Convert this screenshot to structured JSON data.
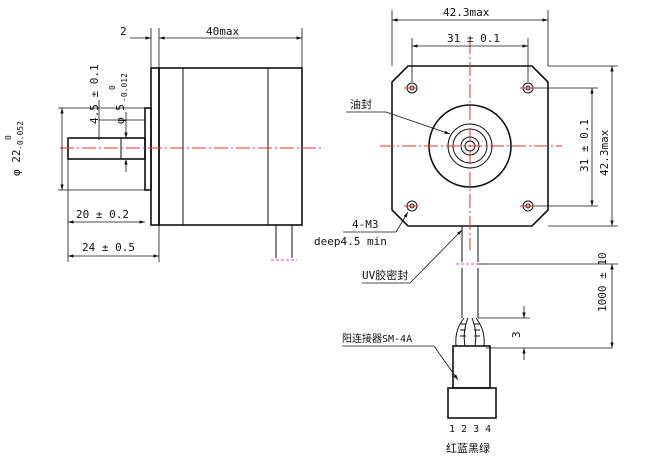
{
  "labels": {
    "dim_flange": "2",
    "dim_body_length": "40max",
    "dim_width": "42.3max",
    "dim_hole_spacing_top": "31 ± 0.1",
    "dim_hole_spacing_right": "31 ± 0.1",
    "dim_height": "42.3max",
    "dim_boss_height": "4.5 ± 0.1",
    "dim_shaft_dia_main": "φ 5",
    "dim_shaft_dia_tol_top": "0",
    "dim_shaft_dia_tol_bottom": "-0.012",
    "dim_boss_dia_main": "φ 22",
    "dim_boss_dia_tol_top": "0",
    "dim_boss_dia_tol_bottom": "-0.052",
    "dim_shaft_flat": "20 ± 0.2",
    "dim_shaft_length": "24 ± 0.5",
    "oil_seal": "油封",
    "mount_holes": "4-M3",
    "hole_depth": "deep4.5 min",
    "uv_seal": "UV胶密封",
    "cable_length": "1000 ± 10",
    "strip_length": "3",
    "connector": "阳连接器SM-4A",
    "pin_numbers": "1 2 3 4",
    "wire_colors": "红蓝黑绿"
  },
  "colors": {
    "line": "#111111",
    "centerline": "#e03030",
    "marker": "#e040e0"
  }
}
